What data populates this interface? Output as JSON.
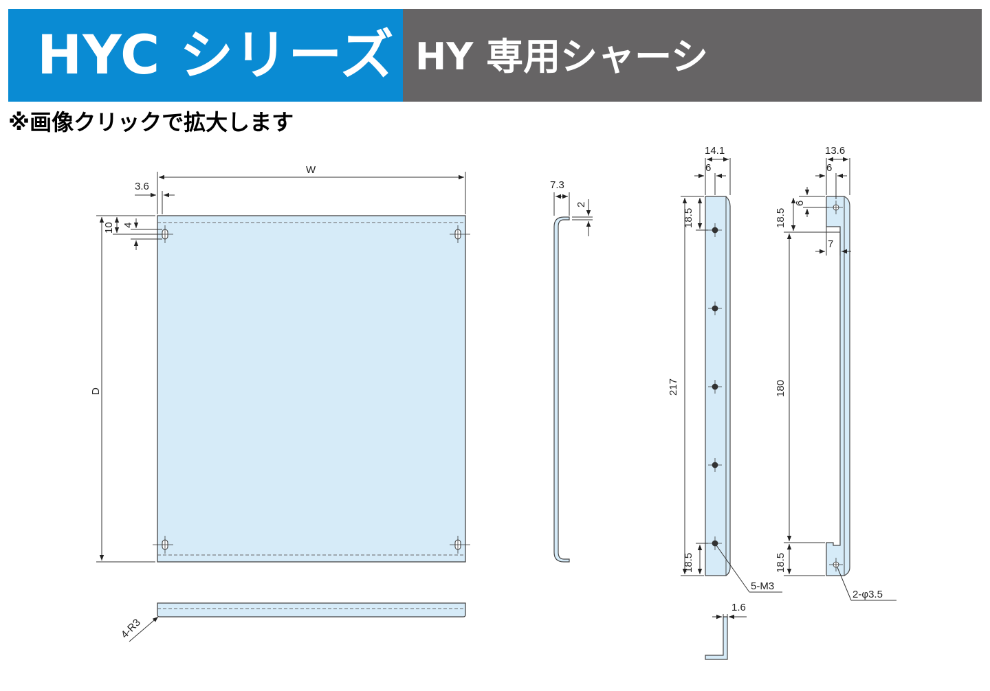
{
  "header": {
    "title": "HYC シリーズ",
    "subtitle": "HY 専用シャーシ"
  },
  "note": "※画像クリックで拡大します",
  "colors": {
    "header_blue": "#0a8bd3",
    "header_gray": "#666465",
    "part_fill": "#d6ebf8"
  },
  "dims": {
    "width": "W",
    "depth": "D",
    "hole_offset_x": "3.6",
    "hole_offset_y": "10",
    "slot_len": "4",
    "radius": "4-R3",
    "flange_w": "7.3",
    "flange_h": "2",
    "rail1_total": "14.1",
    "rail1_hole": "6",
    "rail1_edge_top": "18.5",
    "rail1_len": "217",
    "rail1_edge_bot": "18.5",
    "rail1_holes": "5-M3",
    "thickness": "1.6",
    "rail2_total": "13.6",
    "rail2_hole": "6",
    "rail2_hole_y": "6",
    "rail2_edge_top": "18.5",
    "rail2_notch": "7",
    "rail2_len": "180",
    "rail2_edge_bot": "18.5",
    "rail2_holes": "2-φ3.5"
  }
}
